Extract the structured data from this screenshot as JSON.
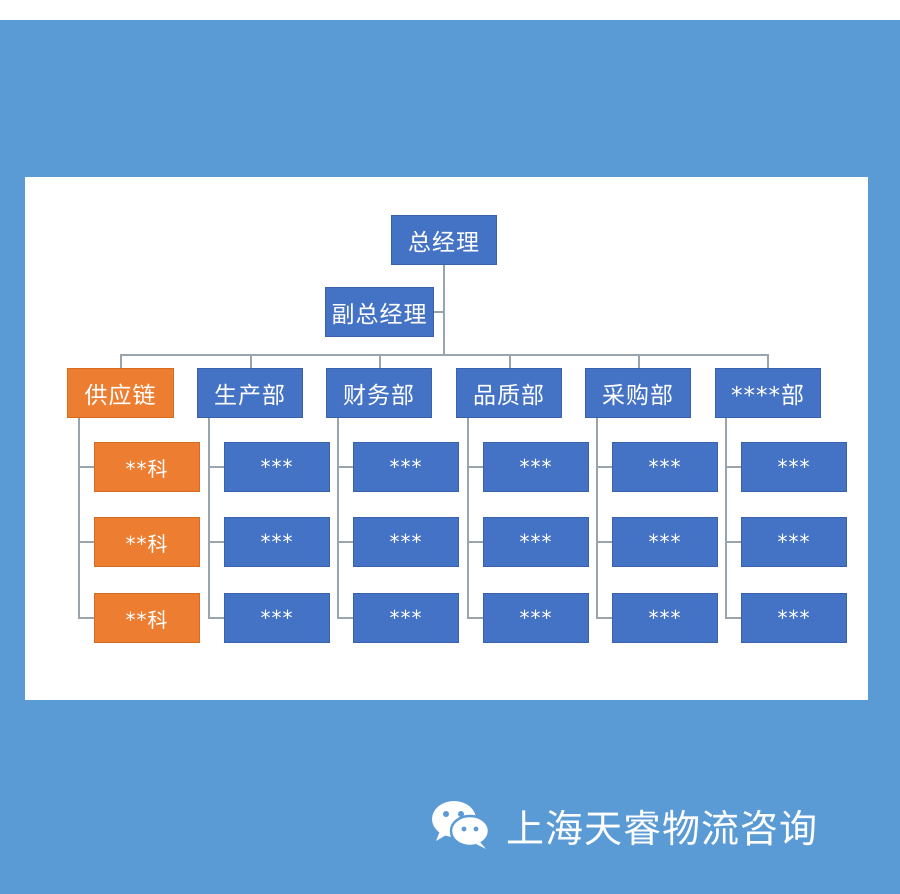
{
  "org": {
    "ceo": "总经理",
    "vice": "副总经理",
    "departments": [
      {
        "name": "供应链",
        "color": "orange",
        "children": [
          "**科",
          "**科",
          "**科"
        ]
      },
      {
        "name": "生产部",
        "color": "blue",
        "children": [
          "***",
          "***",
          "***"
        ]
      },
      {
        "name": "财务部",
        "color": "blue",
        "children": [
          "***",
          "***",
          "***"
        ]
      },
      {
        "name": "品质部",
        "color": "blue",
        "children": [
          "***",
          "***",
          "***"
        ]
      },
      {
        "name": "采购部",
        "color": "blue",
        "children": [
          "***",
          "***",
          "***"
        ]
      },
      {
        "name": "****部",
        "color": "blue",
        "children": [
          "***",
          "***",
          "***"
        ]
      }
    ]
  },
  "watermark": {
    "text": "上海天睿物流咨询",
    "icon": "wechat-icon"
  },
  "colors": {
    "background": "#5b9bd5",
    "blue_box": "#4472c4",
    "orange_box": "#ed7d31"
  }
}
